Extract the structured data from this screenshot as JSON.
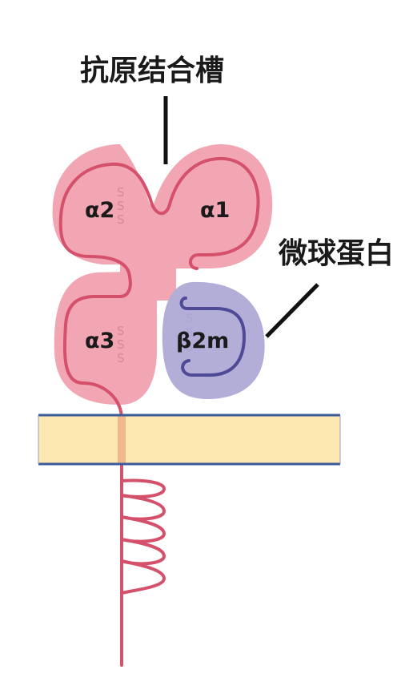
{
  "labels": {
    "binding_groove": "抗原结合槽",
    "microglobulin": "微球蛋白",
    "alpha1": "α1",
    "alpha2": "α2",
    "alpha3": "α3",
    "beta2m": "β2m"
  },
  "disulfide_marks": {
    "s": "S"
  },
  "colors": {
    "heavy_chain_fill": "#f2a5b3",
    "heavy_chain_line": "#d4506b",
    "beta2m_fill": "#b3aed8",
    "beta2m_line": "#4e4a96",
    "membrane_fill": "#fde7b0",
    "membrane_border": "#3a5a9a",
    "text": "#1a1a1a"
  }
}
